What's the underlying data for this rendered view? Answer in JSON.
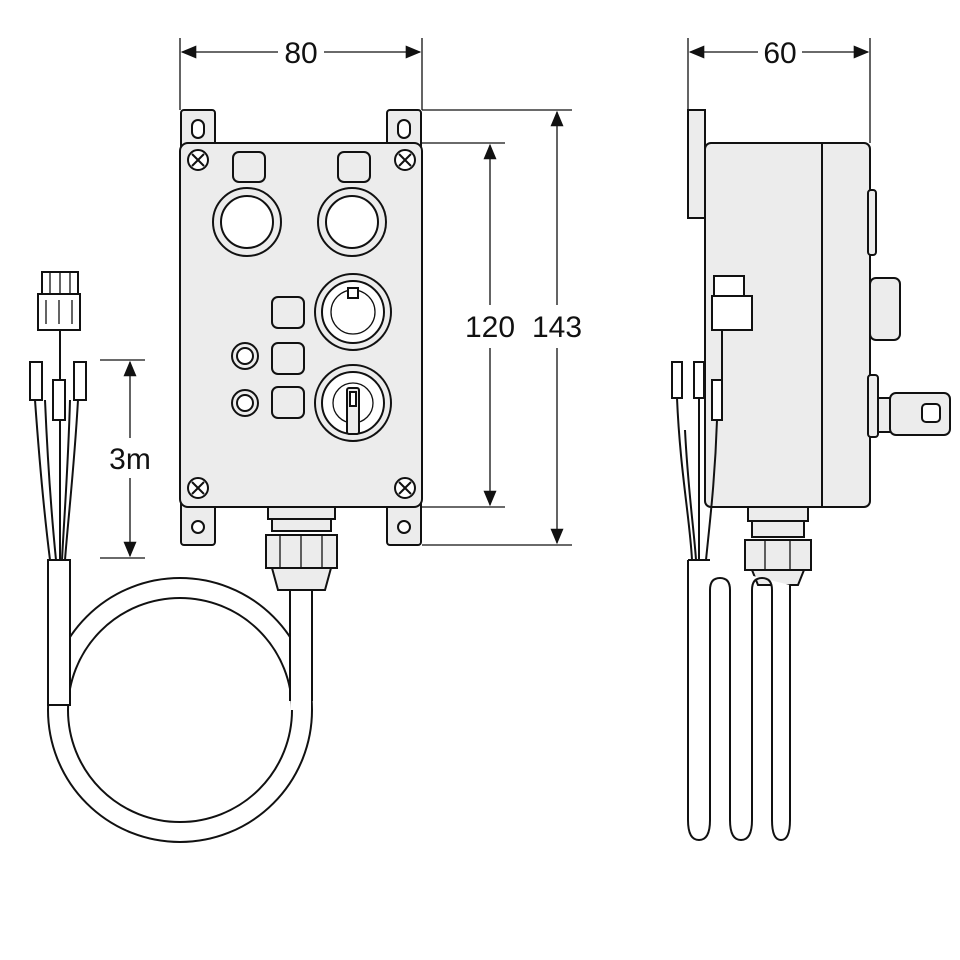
{
  "dimensions": {
    "width_front": "80",
    "width_side": "60",
    "height_inner": "120",
    "height_total": "143",
    "cable_length": "3m"
  },
  "colors": {
    "line": "#111111",
    "body_fill": "#ececec",
    "background": "#ffffff"
  }
}
